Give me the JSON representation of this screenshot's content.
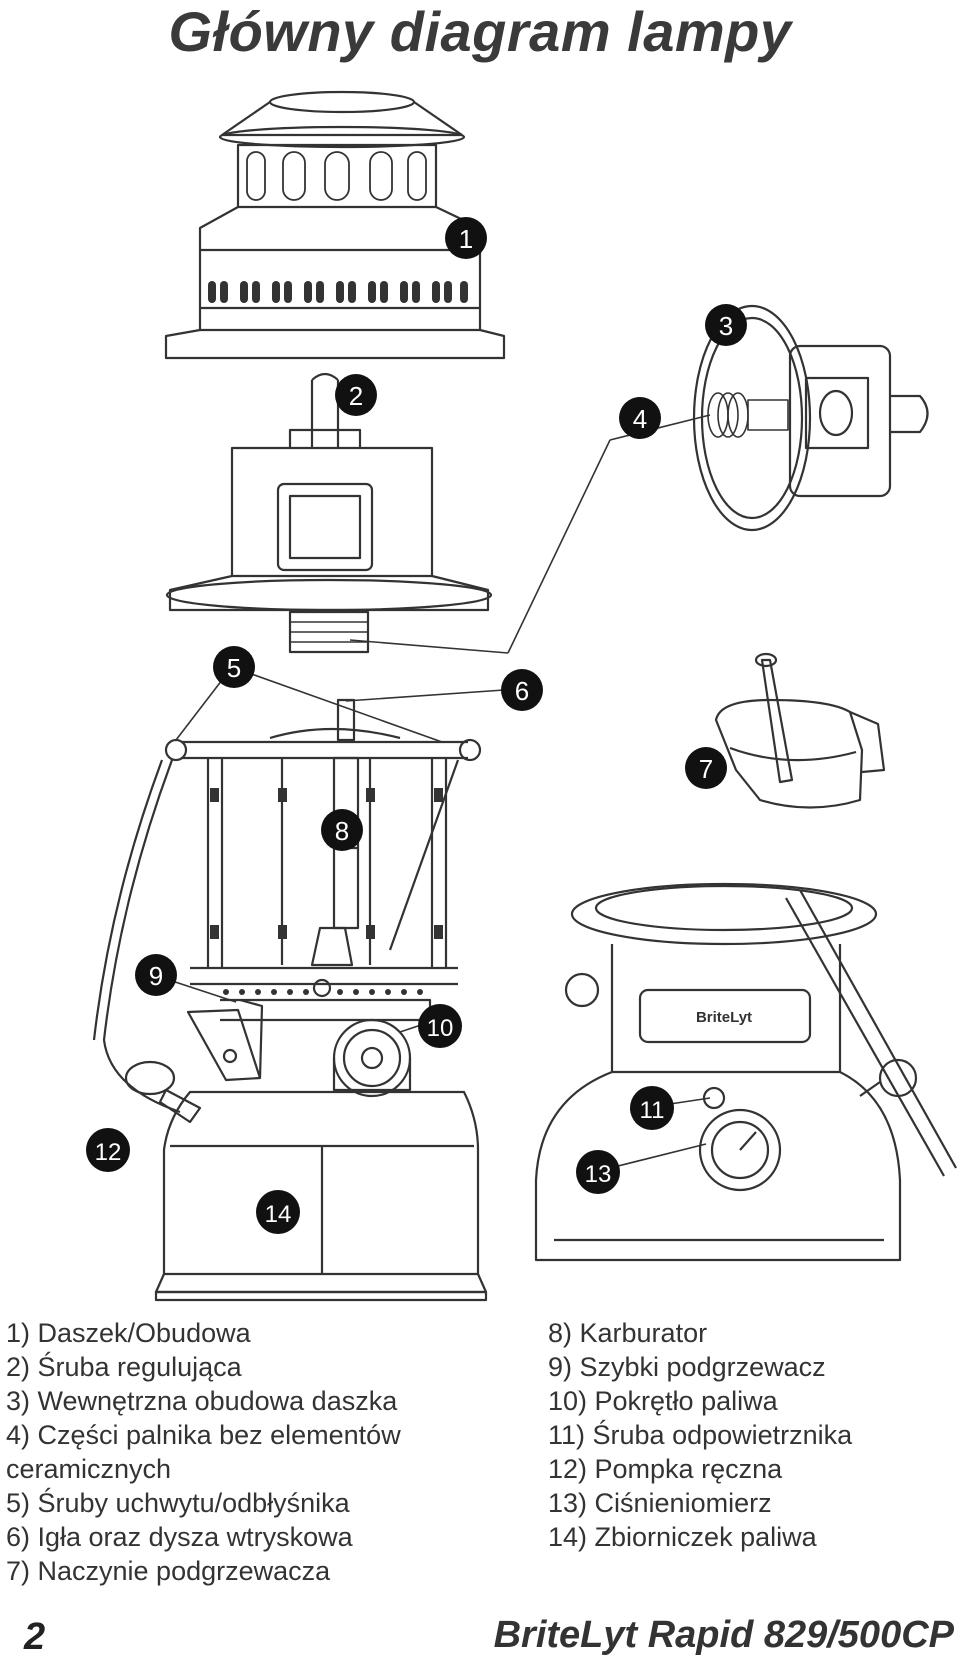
{
  "title": "Główny diagram lampy",
  "callouts": [
    "1",
    "2",
    "3",
    "4",
    "5",
    "6",
    "7",
    "8",
    "9",
    "10",
    "11",
    "12",
    "13",
    "14"
  ],
  "brand_label": "BriteLyt",
  "legend_left": [
    "1) Daszek/Obudowa",
    "2) Śruba regulująca",
    "3) Wewnętrzna obudowa daszka",
    "4) Części palnika bez elementów",
    "ceramicznych",
    "5) Śruby uchwytu/odbłyśnika",
    "6) Igła oraz dysza wtryskowa",
    "7) Naczynie podgrzewacza"
  ],
  "legend_right": [
    "8) Karburator",
    "9) Szybki podgrzewacz",
    "10) Pokrętło paliwa",
    "11) Śruba odpowietrznika",
    "12) Pompka ręczna",
    "13) Ciśnieniomierz",
    "14) Zbiorniczek paliwa"
  ],
  "footer": {
    "page_number": "2",
    "product": "BriteLyt Rapid 829/500CP"
  },
  "colors": {
    "line": "#333333",
    "callout_fill": "#111111",
    "callout_text": "#ffffff",
    "title": "#3a3a3a"
  }
}
